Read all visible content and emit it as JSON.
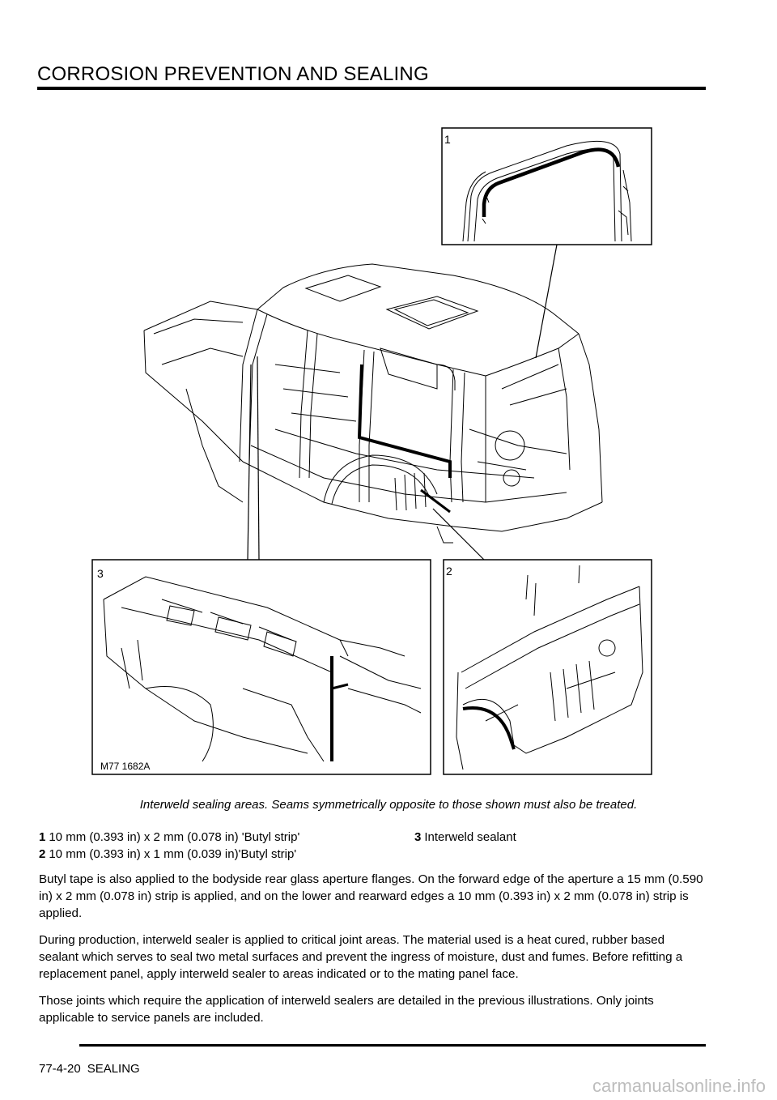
{
  "header": {
    "title": "CORROSION PREVENTION AND SEALING"
  },
  "figure": {
    "code": "M77 1682A",
    "callouts": [
      "1",
      "2",
      "3"
    ],
    "caption": "Interweld sealing areas. Seams symmetrically opposite to those shown must also be treated."
  },
  "legend": {
    "items": [
      {
        "num": "1",
        "text": "10 mm (0.393 in) x 2 mm (0.078 in) 'Butyl strip'"
      },
      {
        "num": "2",
        "text": "10 mm (0.393 in) x 1 mm (0.039 in)'Butyl strip'"
      },
      {
        "num": "3",
        "text": "Interweld sealant"
      }
    ]
  },
  "body": {
    "paragraphs": [
      "Butyl tape is also applied to the bodyside rear glass aperture flanges. On the forward edge of the aperture a 15 mm (0.590 in) x 2 mm (0.078 in) strip is applied, and on the lower and rearward edges a 10 mm (0.393 in) x 2 mm (0.078 in) strip is applied.",
      "During production, interweld sealer is applied to critical joint areas. The material used is a heat cured, rubber based sealant which serves to seal two metal surfaces and prevent the ingress of moisture, dust and fumes. Before refitting a replacement panel, apply interweld sealer to areas indicated or to the mating panel face.",
      "Those joints which require the application of interweld sealers are detailed in the previous illustrations. Only joints applicable to service panels are included."
    ]
  },
  "footer": {
    "page": "77-4-20",
    "section": "SEALING"
  },
  "watermark": "carmanualsonline.info"
}
